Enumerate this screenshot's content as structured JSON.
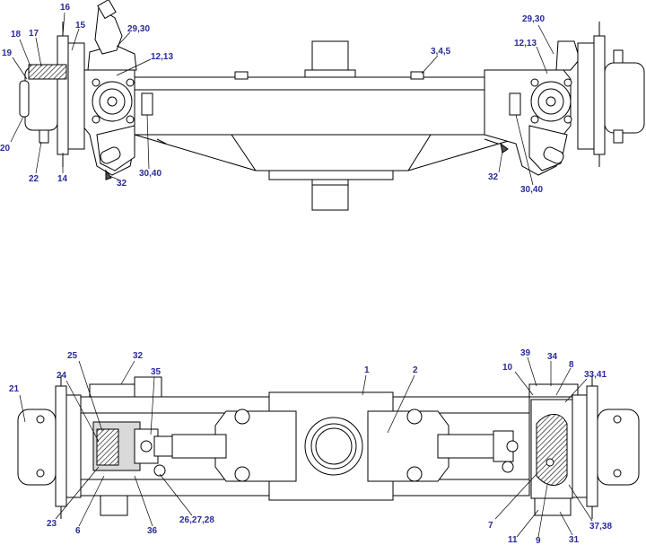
{
  "callouts": [
    {
      "id": "c16",
      "text": "16"
    },
    {
      "id": "c18",
      "text": "18"
    },
    {
      "id": "c17",
      "text": "17"
    },
    {
      "id": "c15",
      "text": "15"
    },
    {
      "id": "c19",
      "text": "19"
    },
    {
      "id": "c29_30_left",
      "text": "29,30"
    },
    {
      "id": "c12_13_left",
      "text": "12,13"
    },
    {
      "id": "c20",
      "text": "20"
    },
    {
      "id": "c22",
      "text": "22"
    },
    {
      "id": "c14",
      "text": "14"
    },
    {
      "id": "c32_top_left",
      "text": "32"
    },
    {
      "id": "c30_40_left",
      "text": "30,40"
    },
    {
      "id": "c3_4_5",
      "text": "3,4,5"
    },
    {
      "id": "c29_30_right",
      "text": "29,30"
    },
    {
      "id": "c12_13_right",
      "text": "12,13"
    },
    {
      "id": "c32_top_right",
      "text": "32"
    },
    {
      "id": "c30_40_right",
      "text": "30,40"
    },
    {
      "id": "c21",
      "text": "21"
    },
    {
      "id": "c25",
      "text": "25"
    },
    {
      "id": "c32_bottom",
      "text": "32"
    },
    {
      "id": "c24",
      "text": "24"
    },
    {
      "id": "c35",
      "text": "35"
    },
    {
      "id": "c1",
      "text": "1"
    },
    {
      "id": "c2",
      "text": "2"
    },
    {
      "id": "c39",
      "text": "39"
    },
    {
      "id": "c34",
      "text": "34"
    },
    {
      "id": "c10",
      "text": "10"
    },
    {
      "id": "c8",
      "text": "8"
    },
    {
      "id": "c33_41",
      "text": "33,41"
    },
    {
      "id": "c23",
      "text": "23"
    },
    {
      "id": "c6",
      "text": "6"
    },
    {
      "id": "c36",
      "text": "36"
    },
    {
      "id": "c26_27_28",
      "text": "26,27,28"
    },
    {
      "id": "c7",
      "text": "7"
    },
    {
      "id": "c11",
      "text": "11"
    },
    {
      "id": "c9",
      "text": "9"
    },
    {
      "id": "c31",
      "text": "31"
    },
    {
      "id": "c37_38",
      "text": "37,38"
    }
  ]
}
